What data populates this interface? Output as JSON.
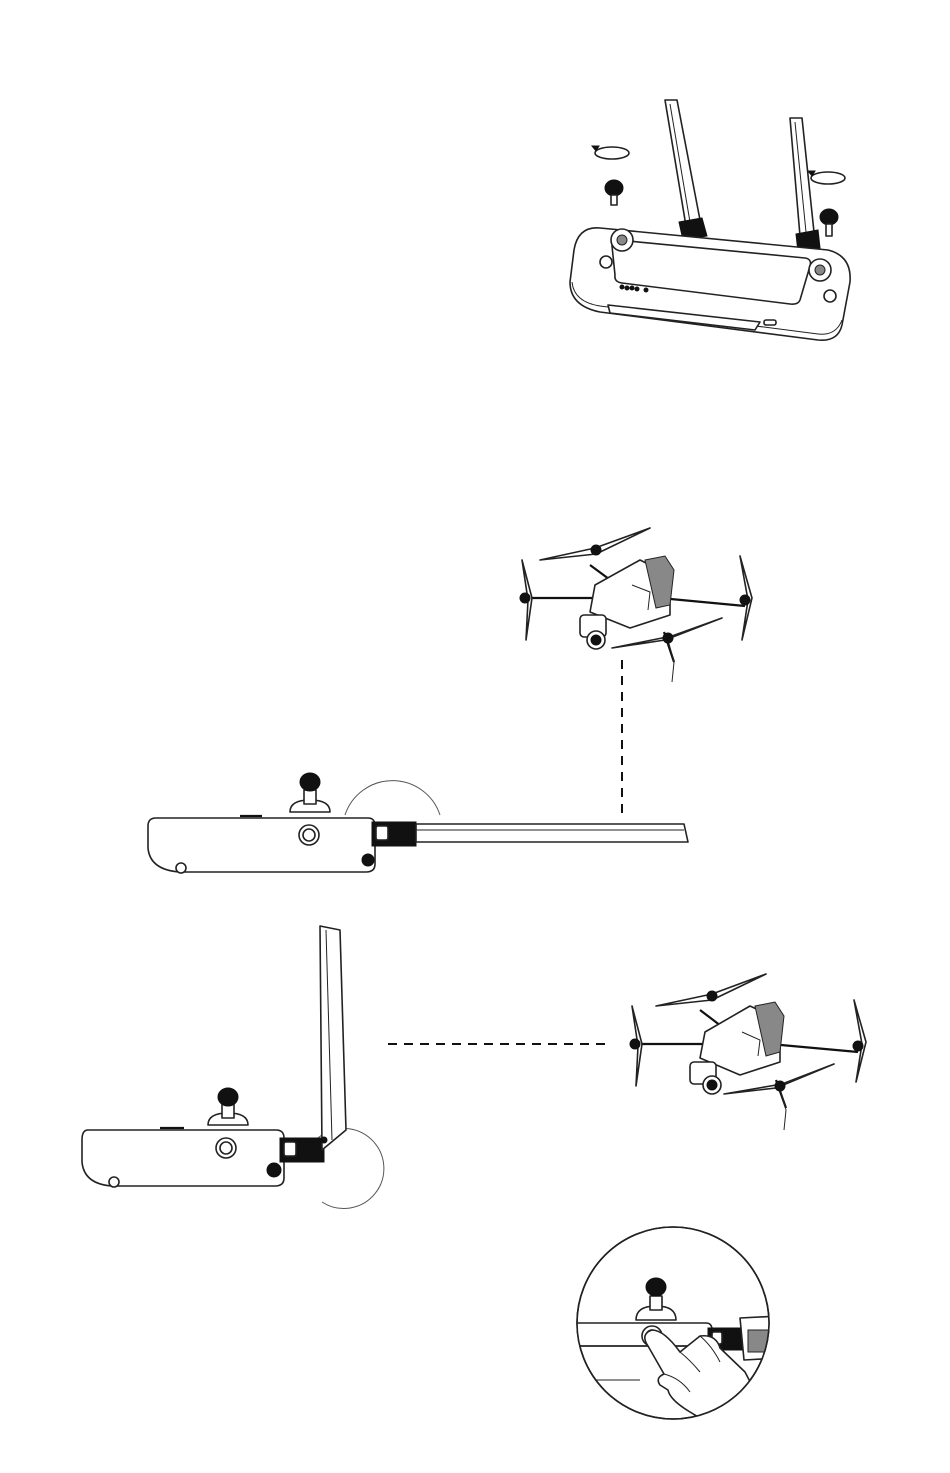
{
  "figures": [
    {
      "name": "controller-antenna-unfold"
    },
    {
      "name": "antenna-flat-orientation"
    },
    {
      "name": "antenna-upright-orientation"
    },
    {
      "name": "power-button-press"
    }
  ],
  "colors": {
    "line": "#222222",
    "fill": "#ffffff",
    "accent": "#111111"
  },
  "icons": [
    "rotate-arrow-icon",
    "thumbstick-icon",
    "drone-icon",
    "hand-icon",
    "power-button-icon"
  ]
}
